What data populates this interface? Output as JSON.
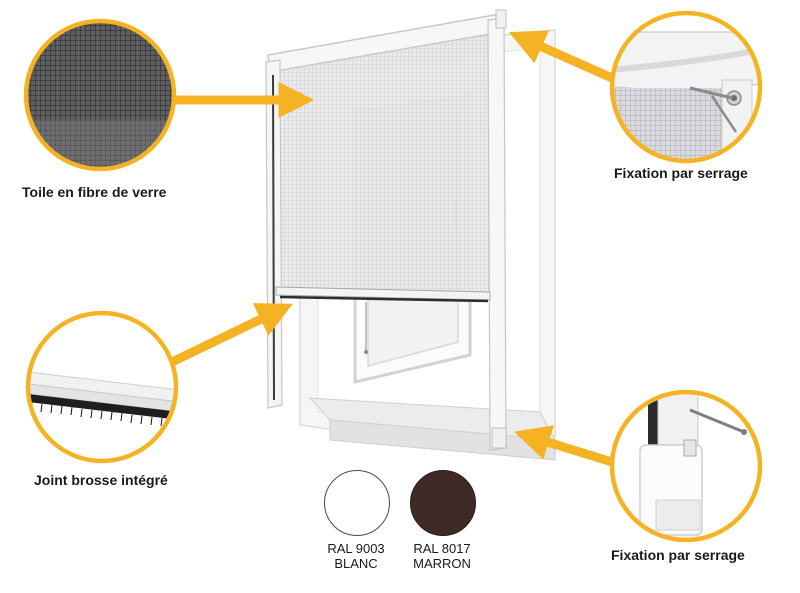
{
  "callouts": {
    "mesh_label": "Toile en fibre de verre",
    "brush_label": "Joint brosse intégré",
    "top_fixing_label": "Fixation par serrage",
    "bottom_fixing_label": "Fixation par serrage"
  },
  "colors_section": {
    "white": {
      "code": "RAL 9003",
      "name": "BLANC",
      "color": "#ffffff"
    },
    "brown": {
      "code": "RAL 8017",
      "name": "MARRON",
      "color": "#3e2a26"
    }
  },
  "theme": {
    "accent": "#f5b323",
    "frame": "#f4f4f4",
    "mesh": "#6f6f6f"
  }
}
